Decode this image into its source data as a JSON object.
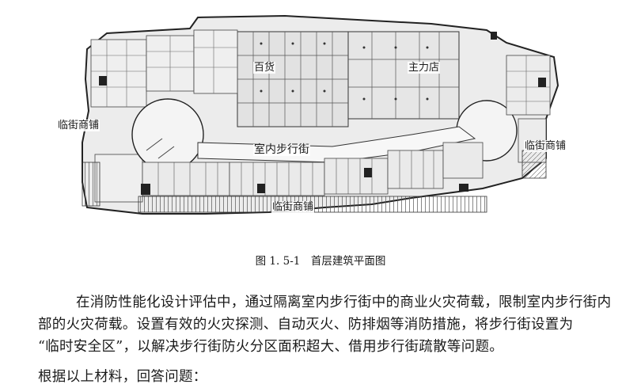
{
  "figure": {
    "labels": {
      "department_store": "百货",
      "anchor_store": "主力店",
      "street_shops_left": "临街商铺",
      "street_shops_right": "临街商铺",
      "street_shops_bottom": "临街商铺",
      "indoor_street": "室内步行街"
    },
    "caption": "图 1. 5-1　首层建筑平面图"
  },
  "body": {
    "paragraph_lines": [
      "在消防性能化设计评估中，通过隔离室内步行街中的商业火灾荷载，限制室内步行街内",
      "部的火灾荷载。设置有效的火灾探测、自动灭火、防排烟等消防措施，将步行街设置为",
      "“临时安全区”，以解决步行街防火分区面积超大、借用步行街疏散等问题。"
    ],
    "question_prompt": "根据以上材料，回答问题："
  }
}
